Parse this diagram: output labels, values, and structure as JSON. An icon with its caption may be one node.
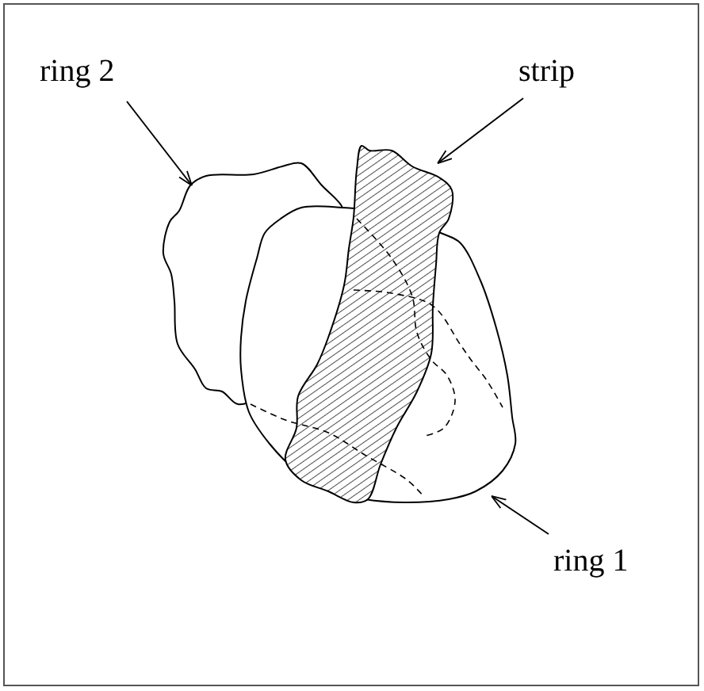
{
  "diagram": {
    "nodes": [
      {
        "text": [
          "ring 2"
        ]
      },
      {
        "text": [
          "strip"
        ]
      },
      {
        "text": [
          "ring 1"
        ]
      },
      {
        "text": [],
        "shape": "blob"
      },
      {
        "text": [],
        "shape": "blob"
      },
      {
        "text": [],
        "shape": "blob"
      }
    ],
    "edges": [
      {
        "from": 0,
        "to": 3,
        "arrow": "to"
      },
      {
        "from": 1,
        "to": 4,
        "arrow": "to"
      },
      {
        "from": 2,
        "to": 5,
        "arrow": "to"
      }
    ]
  }
}
